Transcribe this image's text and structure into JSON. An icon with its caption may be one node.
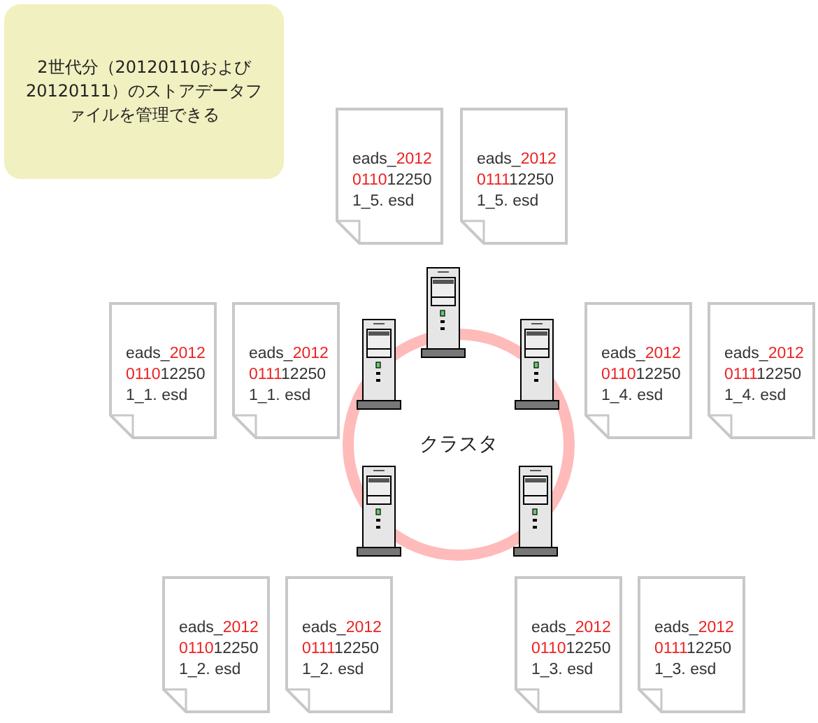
{
  "diagram": {
    "nodes": [
      {
        "text": [
          "2世代分（20120110および20120111）のストアデータファイルを管理できる"
        ]
      },
      {
        "text": [
          "eads_2012 011012250 1_5. esd"
        ]
      },
      {
        "text": [
          "eads_2012 011112250 1_5. esd"
        ]
      },
      {
        "text": [
          "eads_2012 011012250 1_1. esd"
        ]
      },
      {
        "text": [
          "eads_2012 011112250 1_1. esd"
        ]
      },
      {
        "text": [
          "クラスタ"
        ]
      },
      {
        "text": [
          "eads_2012 011012250 1_4. esd"
        ]
      },
      {
        "text": [
          "eads_2012 011112250 1_4. esd"
        ]
      },
      {
        "text": [
          "eads_2012 011012250 1_2. esd"
        ]
      },
      {
        "text": [
          "eads_2012 011112250 1_2. esd"
        ]
      },
      {
        "text": [
          "eads_2012 011012250 1_3. esd"
        ]
      },
      {
        "text": [
          "eads_2012 011112250 1_3. esd"
        ]
      }
    ],
    "edges": []
  }
}
